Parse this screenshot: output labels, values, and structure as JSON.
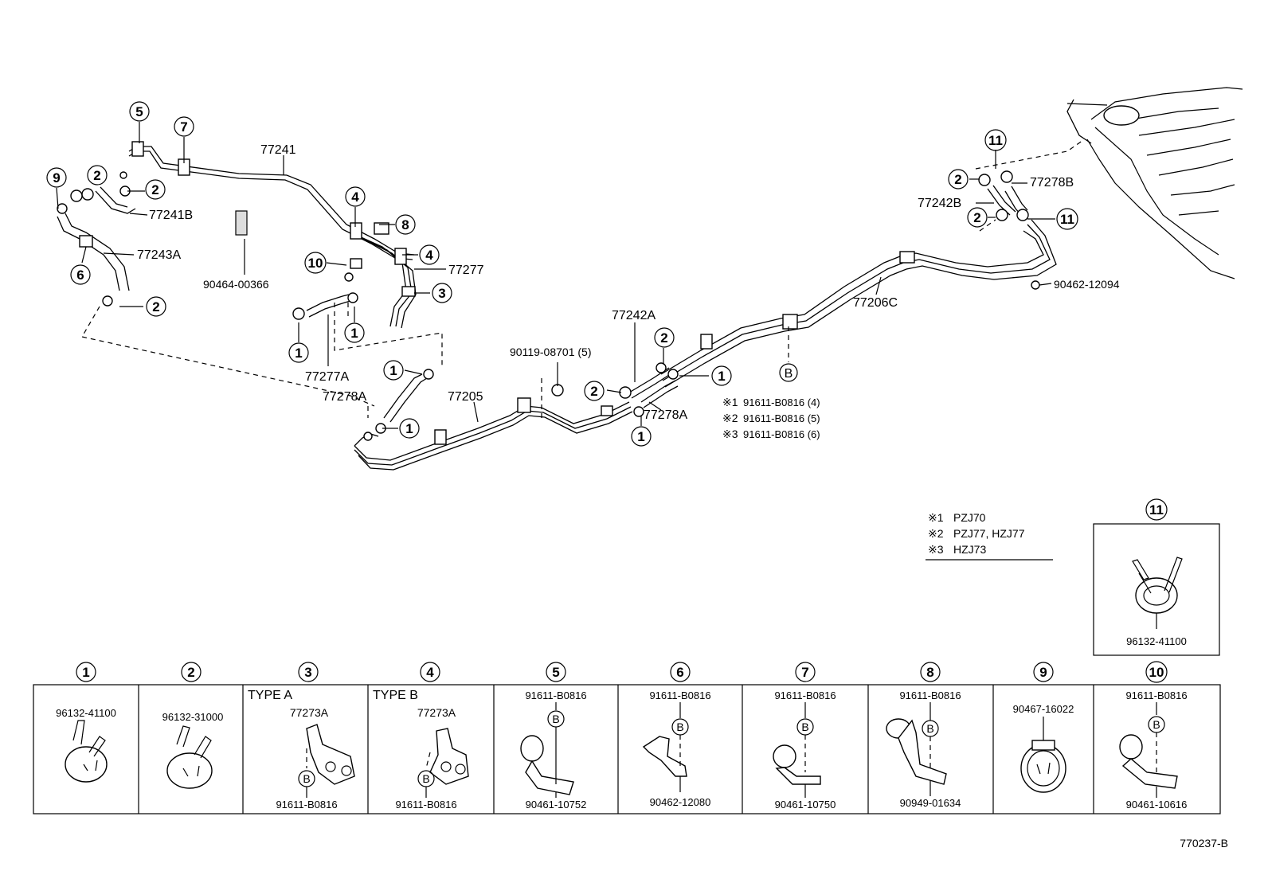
{
  "callouts": {
    "n1": "1",
    "n2": "2",
    "n3": "3",
    "n4": "4",
    "n5": "5",
    "n6": "6",
    "n7": "7",
    "n8": "8",
    "n9": "9",
    "n10": "10",
    "n11": "11",
    "b": "B"
  },
  "parts": {
    "p77241": "77241",
    "p77241B": "77241B",
    "p77243A": "77243A",
    "p90464_00366": "90464-00366",
    "p77277": "77277",
    "p77277A": "77277A",
    "p77278A_1": "77278A",
    "p77205": "77205",
    "p90119_08701": "90119-08701 (5)",
    "p77242A": "77242A",
    "p77278A_2": "77278A",
    "p77206C": "77206C",
    "p77242B": "77242B",
    "p77278B": "77278B",
    "p90462_12094": "90462-12094"
  },
  "bolt_notes": [
    {
      "mark": "※1",
      "text": "91611-B0816 (4)"
    },
    {
      "mark": "※2",
      "text": "91611-B0816 (5)"
    },
    {
      "mark": "※3",
      "text": "91611-B0816 (6)"
    }
  ],
  "legend": [
    {
      "mark": "※1",
      "text": "PZJ70"
    },
    {
      "mark": "※2",
      "text": "PZJ77, HZJ77"
    },
    {
      "mark": "※3",
      "text": "HZJ73"
    }
  ],
  "detail_11": {
    "number": "11",
    "part": "96132-41100"
  },
  "table": [
    {
      "num": "1",
      "type": "",
      "top": "96132-41100",
      "mid": "",
      "bottom": ""
    },
    {
      "num": "2",
      "type": "",
      "top": "96132-31000",
      "mid": "",
      "bottom": ""
    },
    {
      "num": "3",
      "type": "TYPE A",
      "top": "77273A",
      "mid": "B",
      "bottom": "91611-B0816"
    },
    {
      "num": "4",
      "type": "TYPE B",
      "top": "77273A",
      "mid": "B",
      "bottom": "91611-B0816"
    },
    {
      "num": "5",
      "type": "",
      "top": "91611-B0816",
      "mid": "B",
      "bottom": "90461-10752"
    },
    {
      "num": "6",
      "type": "",
      "top": "91611-B0816",
      "mid": "B",
      "bottom": "90462-12080"
    },
    {
      "num": "7",
      "type": "",
      "top": "91611-B0816",
      "mid": "B",
      "bottom": "90461-10750"
    },
    {
      "num": "8",
      "type": "",
      "top": "91611-B0816",
      "mid": "B",
      "bottom": "90949-01634"
    },
    {
      "num": "9",
      "type": "",
      "top": "90467-16022",
      "mid": "",
      "bottom": ""
    },
    {
      "num": "10",
      "type": "",
      "top": "91611-B0816",
      "mid": "B",
      "bottom": "90461-10616"
    }
  ],
  "figure_code": "770237-B"
}
